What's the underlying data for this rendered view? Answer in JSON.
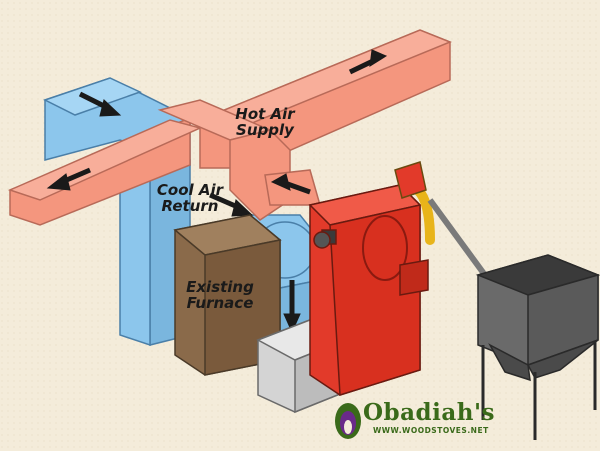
{
  "labels": {
    "hot_air_supply": [
      "Hot Air",
      "Supply"
    ],
    "cool_air_return": [
      "Cool Air",
      "Return"
    ],
    "existing_furnace": [
      "Existing",
      "Furnace"
    ]
  },
  "logo": {
    "name": "Obadiah's",
    "url": "WWW.WOODSTOVES.NET"
  },
  "colors": {
    "background": "#f4ecda",
    "hot_duct": "#f4967e",
    "cool_duct": "#8cc6ec",
    "furnace": "#8a6a4a",
    "boiler": "#e23a2a",
    "hopper": "#6a6a6a"
  }
}
